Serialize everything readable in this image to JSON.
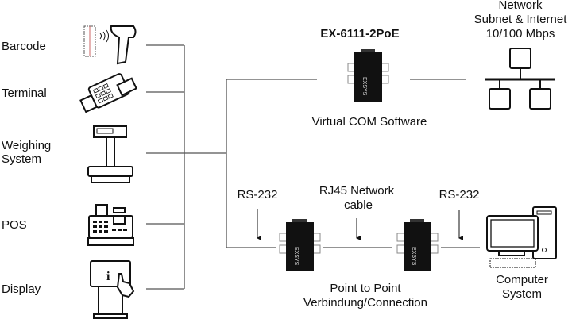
{
  "devices": {
    "barcode": "Barcode",
    "terminal": "Terminal",
    "weighing_line1": "Weighing",
    "weighing_line2": "System",
    "pos": "POS",
    "display": "Display"
  },
  "product": {
    "title": "EX-6111-2PoE",
    "virtual_com": "Virtual COM Software"
  },
  "network": {
    "line1": "Network",
    "line2": "Subnet & Internet",
    "line3": "10/100 Mbps"
  },
  "point_to_point": {
    "rs232_left": "RS-232",
    "cable_line1": "RJ45 Network",
    "cable_line2": "cable",
    "rs232_right": "RS-232",
    "caption_line1": "Point to Point",
    "caption_line2": "Verbindung/Connection"
  },
  "computer": {
    "line1": "Computer",
    "line2": "System"
  },
  "colors": {
    "line": "#555555",
    "device_body": "#111111"
  }
}
